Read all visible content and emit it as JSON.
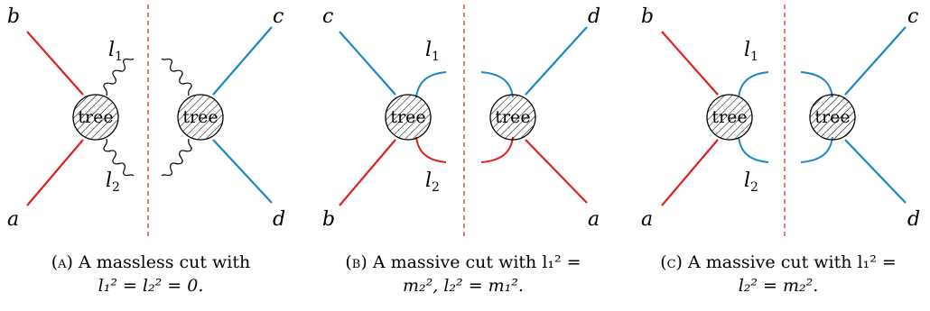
{
  "colors": {
    "red": "#e0201b",
    "blue": "#1a88c1",
    "cut": "#e0201b",
    "black": "#000000"
  },
  "blob_label": "tree",
  "panels": [
    {
      "id": "A",
      "external": {
        "top_left": "b",
        "bottom_left": "a",
        "top_right": "c",
        "bottom_right": "d"
      },
      "loop_labels": {
        "upper": "l",
        "upper_sub": "1",
        "lower": "l",
        "lower_sub": "2"
      },
      "caption": {
        "tag": "(a)",
        "line1": "A massless cut with",
        "line2": "l₁² = l₂² = 0."
      }
    },
    {
      "id": "B",
      "external": {
        "top_left": "c",
        "bottom_left": "b",
        "top_right": "d",
        "bottom_right": "a"
      },
      "loop_labels": {
        "upper": "l",
        "upper_sub": "1",
        "lower": "l",
        "lower_sub": "2"
      },
      "caption": {
        "tag": "(b)",
        "line1": "A massive cut with l₁² =",
        "line2": "m₂², l₂² = m₁²."
      }
    },
    {
      "id": "C",
      "external": {
        "top_left": "b",
        "bottom_left": "a",
        "top_right": "c",
        "bottom_right": "d"
      },
      "loop_labels": {
        "upper": "l",
        "upper_sub": "1",
        "lower": "l",
        "lower_sub": "2"
      },
      "caption": {
        "tag": "(c)",
        "line1": "A massive cut with l₁² =",
        "line2": "l₂² = m₂²."
      }
    }
  ]
}
